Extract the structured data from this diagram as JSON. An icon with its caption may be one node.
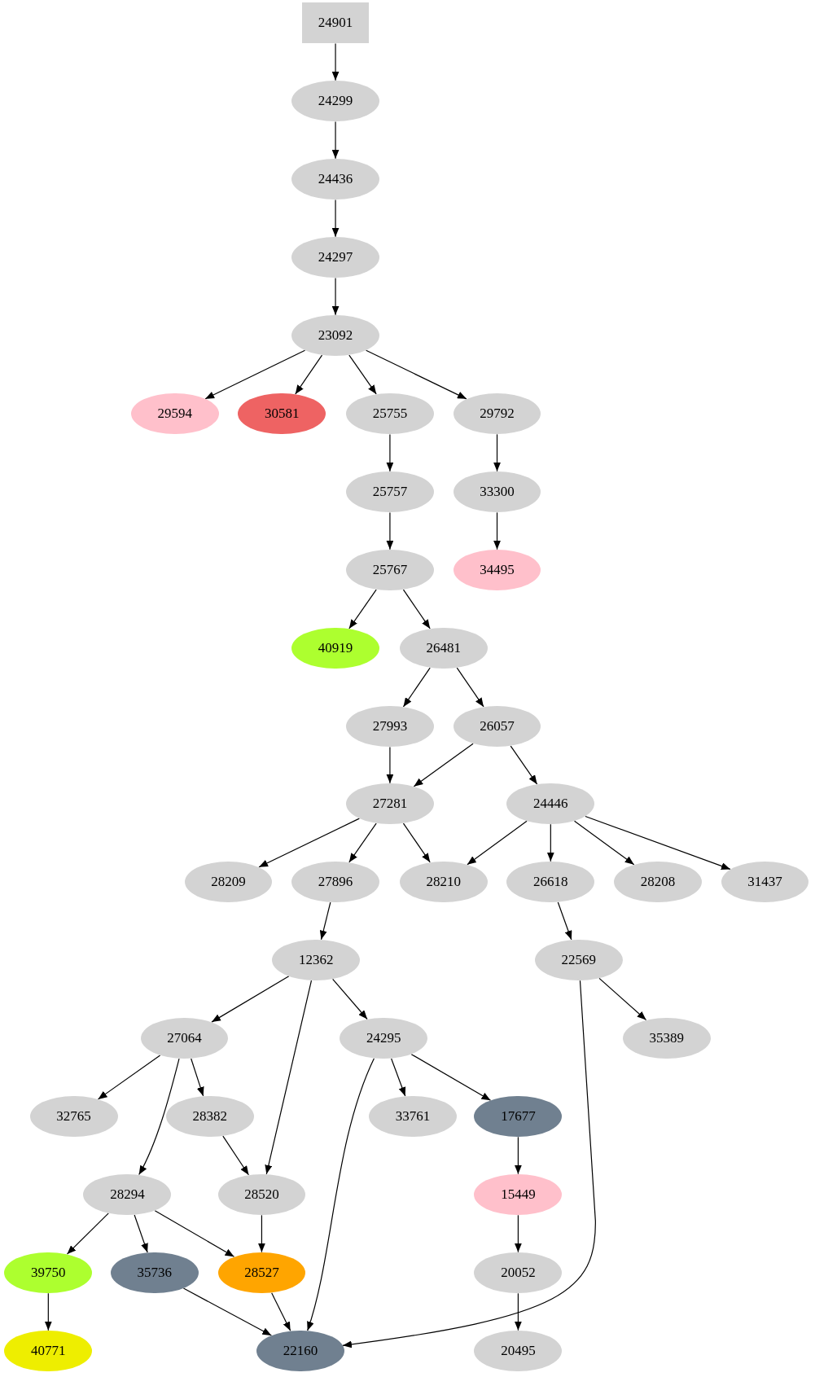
{
  "diagram": {
    "nodes": [
      {
        "text": [
          "24901"
        ]
      },
      {
        "text": [
          "24299"
        ]
      },
      {
        "text": [
          "24436"
        ]
      },
      {
        "text": [
          "24297"
        ]
      },
      {
        "text": [
          "23092"
        ]
      },
      {
        "text": [
          "29594"
        ]
      },
      {
        "text": [
          "30581"
        ]
      },
      {
        "text": [
          "25755"
        ]
      },
      {
        "text": [
          "29792"
        ]
      },
      {
        "text": [
          "25757"
        ]
      },
      {
        "text": [
          "33300"
        ]
      },
      {
        "text": [
          "25767"
        ]
      },
      {
        "text": [
          "34495"
        ]
      },
      {
        "text": [
          "40919"
        ]
      },
      {
        "text": [
          "26481"
        ]
      },
      {
        "text": [
          "27993"
        ]
      },
      {
        "text": [
          "26057"
        ]
      },
      {
        "text": [
          "27281"
        ]
      },
      {
        "text": [
          "24446"
        ]
      },
      {
        "text": [
          "28209"
        ]
      },
      {
        "text": [
          "27896"
        ]
      },
      {
        "text": [
          "28210"
        ]
      },
      {
        "text": [
          "26618"
        ]
      },
      {
        "text": [
          "28208"
        ]
      },
      {
        "text": [
          "31437"
        ]
      },
      {
        "text": [
          "12362"
        ]
      },
      {
        "text": [
          "22569"
        ]
      },
      {
        "text": [
          "27064"
        ]
      },
      {
        "text": [
          "24295"
        ]
      },
      {
        "text": [
          "35389"
        ]
      },
      {
        "text": [
          "32765"
        ]
      },
      {
        "text": [
          "28382"
        ]
      },
      {
        "text": [
          "33761"
        ]
      },
      {
        "text": [
          "17677"
        ]
      },
      {
        "text": [
          "28294"
        ]
      },
      {
        "text": [
          "28520"
        ]
      },
      {
        "text": [
          "15449"
        ]
      },
      {
        "text": [
          "39750"
        ]
      },
      {
        "text": [
          "35736"
        ]
      },
      {
        "text": [
          "28527"
        ]
      },
      {
        "text": [
          "20052"
        ]
      },
      {
        "text": [
          "40771"
        ]
      },
      {
        "text": [
          "22160"
        ]
      },
      {
        "text": [
          "20495"
        ]
      }
    ],
    "edges": [
      {
        "from": 0,
        "to": 1,
        "arrow": "to"
      },
      {
        "from": 1,
        "to": 2,
        "arrow": "to"
      },
      {
        "from": 2,
        "to": 3,
        "arrow": "to"
      },
      {
        "from": 3,
        "to": 4,
        "arrow": "to"
      },
      {
        "from": 4,
        "to": 5,
        "arrow": "to"
      },
      {
        "from": 4,
        "to": 6,
        "arrow": "to"
      },
      {
        "from": 4,
        "to": 7,
        "arrow": "to"
      },
      {
        "from": 4,
        "to": 8,
        "arrow": "to"
      },
      {
        "from": 7,
        "to": 9,
        "arrow": "to"
      },
      {
        "from": 8,
        "to": 10,
        "arrow": "to"
      },
      {
        "from": 9,
        "to": 11,
        "arrow": "to"
      },
      {
        "from": 10,
        "to": 12,
        "arrow": "to"
      },
      {
        "from": 11,
        "to": 13,
        "arrow": "to"
      },
      {
        "from": 11,
        "to": 14,
        "arrow": "to"
      },
      {
        "from": 14,
        "to": 15,
        "arrow": "to"
      },
      {
        "from": 14,
        "to": 16,
        "arrow": "to"
      },
      {
        "from": 15,
        "to": 17,
        "arrow": "to"
      },
      {
        "from": 16,
        "to": 17,
        "arrow": "to"
      },
      {
        "from": 16,
        "to": 18,
        "arrow": "to"
      },
      {
        "from": 17,
        "to": 19,
        "arrow": "to"
      },
      {
        "from": 17,
        "to": 20,
        "arrow": "to"
      },
      {
        "from": 17,
        "to": 21,
        "arrow": "to"
      },
      {
        "from": 18,
        "to": 21,
        "arrow": "to"
      },
      {
        "from": 18,
        "to": 22,
        "arrow": "to"
      },
      {
        "from": 18,
        "to": 23,
        "arrow": "to"
      },
      {
        "from": 18,
        "to": 24,
        "arrow": "to"
      },
      {
        "from": 20,
        "to": 25,
        "arrow": "to"
      },
      {
        "from": 22,
        "to": 26,
        "arrow": "to"
      },
      {
        "from": 25,
        "to": 27,
        "arrow": "to"
      },
      {
        "from": 25,
        "to": 35,
        "arrow": "to"
      },
      {
        "from": 25,
        "to": 28,
        "arrow": "to"
      },
      {
        "from": 26,
        "to": 29,
        "arrow": "to"
      },
      {
        "from": 26,
        "to": 42,
        "arrow": "to"
      },
      {
        "from": 27,
        "to": 30,
        "arrow": "to"
      },
      {
        "from": 27,
        "to": 31,
        "arrow": "to"
      },
      {
        "from": 27,
        "to": 34,
        "arrow": "to"
      },
      {
        "from": 28,
        "to": 42,
        "arrow": "to"
      },
      {
        "from": 28,
        "to": 32,
        "arrow": "to"
      },
      {
        "from": 28,
        "to": 33,
        "arrow": "to"
      },
      {
        "from": 33,
        "to": 36,
        "arrow": "to"
      },
      {
        "from": 31,
        "to": 35,
        "arrow": "to"
      },
      {
        "from": 34,
        "to": 37,
        "arrow": "to"
      },
      {
        "from": 34,
        "to": 38,
        "arrow": "to"
      },
      {
        "from": 34,
        "to": 39,
        "arrow": "to"
      },
      {
        "from": 35,
        "to": 39,
        "arrow": "to"
      },
      {
        "from": 36,
        "to": 40,
        "arrow": "to"
      },
      {
        "from": 37,
        "to": 41,
        "arrow": "to"
      },
      {
        "from": 38,
        "to": 42,
        "arrow": "to"
      },
      {
        "from": 39,
        "to": 42,
        "arrow": "to"
      },
      {
        "from": 40,
        "to": 43,
        "arrow": "to"
      }
    ]
  }
}
